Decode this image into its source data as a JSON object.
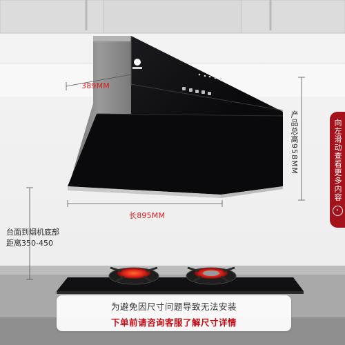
{
  "dimensions": {
    "depth": "389MM",
    "height": "产品总高958MM",
    "width": "长895MM"
  },
  "install_note": {
    "line1": "台面到烟机底部",
    "line2": "距离350-450"
  },
  "side_tab": {
    "text": "向左滑动查看更多内容",
    "icon": "chevron-right-icon"
  },
  "notice": {
    "line1": "为避免因尺寸问题导致无法安装",
    "line2": "下单前请咨询客服了解尺寸详情"
  },
  "colors": {
    "dimension_red": "#d81e1e",
    "tab_red": "#a4121c",
    "panel_black": "#0b0b0d",
    "stainless": "#8a8a8a"
  }
}
